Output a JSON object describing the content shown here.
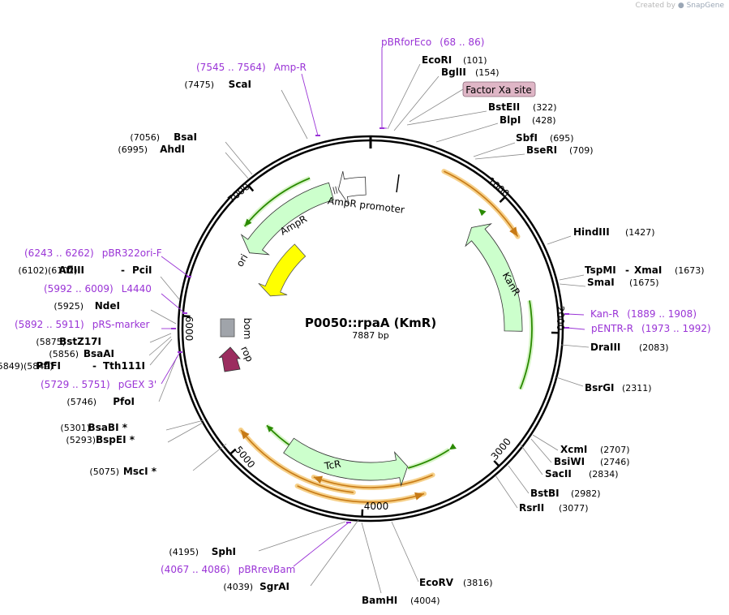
{
  "header": {
    "credit": "Created by",
    "brand": "SnapGene"
  },
  "plasmid": {
    "name": "P0050::rpaA (KmR)",
    "size_label": "7887 bp",
    "length": 7887
  },
  "ticks": [
    "1000",
    "2000",
    "3000",
    "4000",
    "5000",
    "6000",
    "7000"
  ],
  "sites": [
    {
      "name": "EcoRI",
      "pos": "(101)"
    },
    {
      "name": "BglII",
      "pos": "(154)"
    },
    {
      "name": "BstEII",
      "pos": "(322)"
    },
    {
      "name": "BlpI",
      "pos": "(428)"
    },
    {
      "name": "SbfI",
      "pos": "(695)"
    },
    {
      "name": "BseRI",
      "pos": "(709)"
    },
    {
      "name": "HindIII",
      "pos": "(1427)"
    },
    {
      "name": "TspMI",
      "pos": "(1673)"
    },
    {
      "name": "XmaI",
      "pos": ""
    },
    {
      "name": "SmaI",
      "pos": "(1675)"
    },
    {
      "name": "DraIII",
      "pos": "(2083)"
    },
    {
      "name": "BsrGI",
      "pos": "(2311)"
    },
    {
      "name": "XcmI",
      "pos": "(2707)"
    },
    {
      "name": "BsiWI",
      "pos": "(2746)"
    },
    {
      "name": "SacII",
      "pos": "(2834)"
    },
    {
      "name": "BstBI",
      "pos": "(2982)"
    },
    {
      "name": "RsrII",
      "pos": "(3077)"
    },
    {
      "name": "EcoRV",
      "pos": "(3816)"
    },
    {
      "name": "BamHI",
      "pos": "(4004)"
    },
    {
      "name": "SgrAI",
      "pos": "(4039)"
    },
    {
      "name": "SphI",
      "pos": "(4195)"
    },
    {
      "name": "MscI *",
      "pos": "(5075)"
    },
    {
      "name": "BspEI *",
      "pos": "(5293)"
    },
    {
      "name": "BsaBI *",
      "pos": "(5301)"
    },
    {
      "name": "PfoI",
      "pos": "(5746)"
    },
    {
      "name": "PflFI",
      "pos": "(5849)"
    },
    {
      "name": "Tth111I",
      "pos": ""
    },
    {
      "name": "BsaAI",
      "pos": "(5856)"
    },
    {
      "name": "BstZ17I",
      "pos": "(5875)"
    },
    {
      "name": "NdeI",
      "pos": "(5925)"
    },
    {
      "name": "AflIII",
      "pos": "(6102)"
    },
    {
      "name": "PciI",
      "pos": ""
    },
    {
      "name": "AhdI",
      "pos": "(6995)"
    },
    {
      "name": "BsaI",
      "pos": "(7056)"
    },
    {
      "name": "ScaI",
      "pos": "(7475)"
    }
  ],
  "primers": [
    {
      "name": "pBRforEco",
      "range": "(68 .. 86)"
    },
    {
      "name": "Amp-R",
      "range": "(7545 .. 7564)"
    },
    {
      "name": "pBR322ori-F",
      "range": "(6243 .. 6262)"
    },
    {
      "name": "L4440",
      "range": "(5992 .. 6009)"
    },
    {
      "name": "pRS-marker",
      "range": "(5892 .. 5911)"
    },
    {
      "name": "pGEX 3'",
      "range": "(5729 .. 5751)"
    },
    {
      "name": "pBRrevBam",
      "range": "(4067 .. 4086)"
    },
    {
      "name": "Kan-R",
      "range": "(1889 .. 1908)"
    },
    {
      "name": "pENTR-R",
      "range": "(1973 .. 1992)"
    }
  ],
  "features": [
    {
      "name": "Factor Xa site"
    },
    {
      "name": "AmpR promoter"
    },
    {
      "name": "AmpR"
    },
    {
      "name": "ori"
    },
    {
      "name": "bom"
    },
    {
      "name": "rop"
    },
    {
      "name": "KanR"
    },
    {
      "name": "TcR"
    }
  ],
  "colors": {
    "primer": "#9a34d6",
    "orf_fill": "#ccffcc",
    "orf_band": "#2a8a00",
    "orange": "#c77a16",
    "ori": "#ffff00",
    "bom": "#a0a4aa",
    "rop": "#9b2d5f",
    "factor_xa": "#dfb6c6"
  }
}
